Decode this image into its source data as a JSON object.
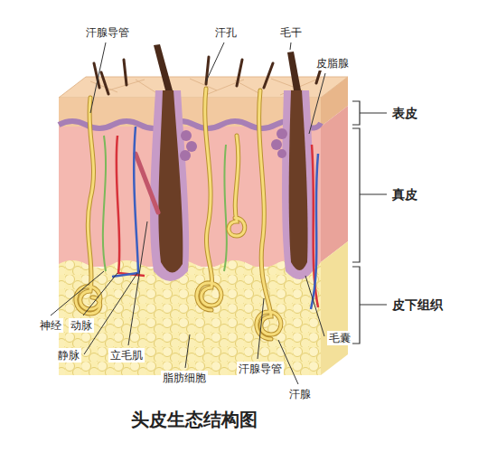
{
  "diagram": {
    "title": "头皮生态结构图",
    "labels": [
      "汗腺导管",
      "汗孔",
      "毛干",
      "皮脂腺",
      "表皮",
      "真皮",
      "皮下组织",
      "神经",
      "动脉",
      "静脉",
      "立毛肌",
      "脂肪细胞",
      "汗腺导管",
      "汗腺",
      "毛囊"
    ]
  }
}
